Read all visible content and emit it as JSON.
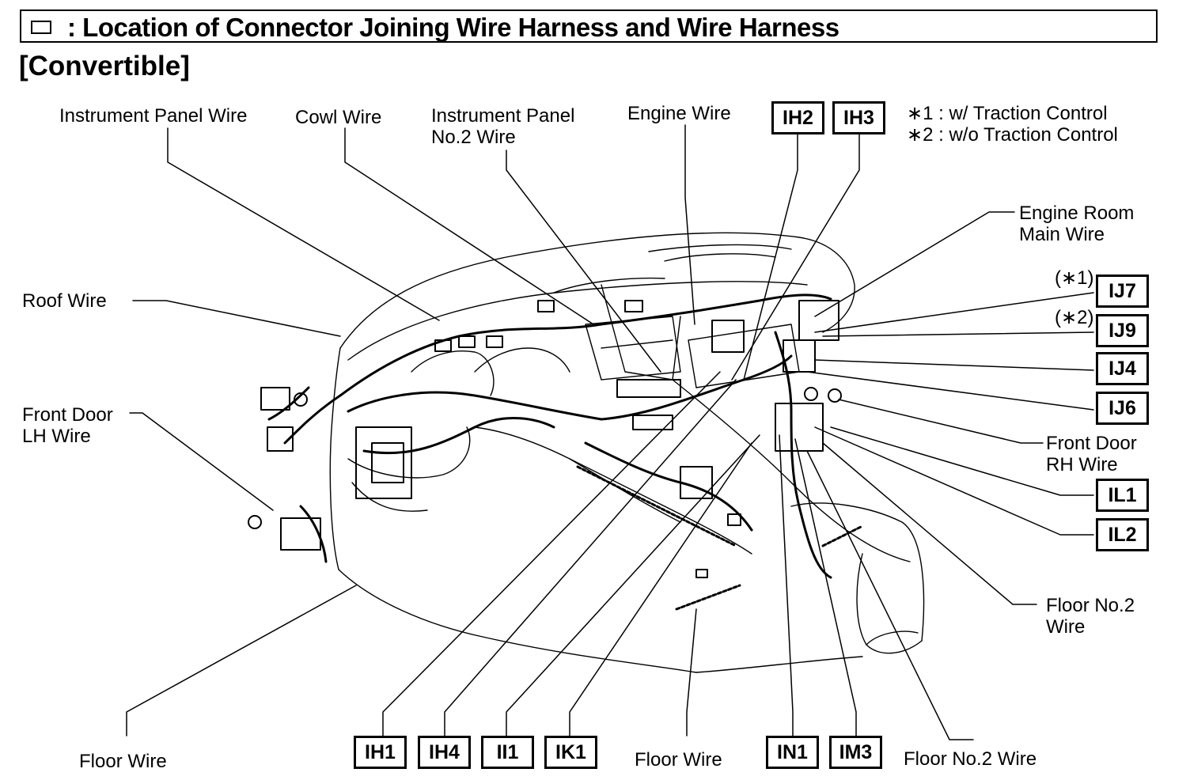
{
  "header": {
    "icon": "connector-box-icon",
    "title": ": Location of Connector Joining Wire Harness and Wire Harness"
  },
  "subtitle": "[Convertible]",
  "notes": [
    "∗1 : w/ Traction Control",
    "∗2 : w/o Traction Control"
  ],
  "labels": {
    "instrument_panel_wire": "Instrument Panel Wire",
    "cowl_wire": "Cowl Wire",
    "instrument_panel_no2_wire_1": "Instrument Panel",
    "instrument_panel_no2_wire_2": "No.2 Wire",
    "engine_wire": "Engine Wire",
    "engine_room_main_wire_1": "Engine Room",
    "engine_room_main_wire_2": "Main Wire",
    "roof_wire": "Roof Wire",
    "front_door_lh_wire_1": "Front Door",
    "front_door_lh_wire_2": "LH Wire",
    "front_door_rh_wire_1": "Front Door",
    "front_door_rh_wire_2": "RH Wire",
    "floor_no2_wire_right_1": "Floor No.2",
    "floor_no2_wire_right_2": "Wire",
    "floor_wire_left": "Floor Wire",
    "floor_wire_center": "Floor Wire",
    "floor_no2_wire_bottom": "Floor No.2 Wire",
    "star1": "(∗1)",
    "star2": "(∗2)"
  },
  "connectors": {
    "ih2": "IH2",
    "ih3": "IH3",
    "ij7": "IJ7",
    "ij9": "IJ9",
    "ij4": "IJ4",
    "ij6": "IJ6",
    "il1": "IL1",
    "il2": "IL2",
    "ih1": "IH1",
    "ih4": "IH4",
    "ii1": "II1",
    "ik1": "IK1",
    "in1": "IN1",
    "im3": "IM3"
  }
}
